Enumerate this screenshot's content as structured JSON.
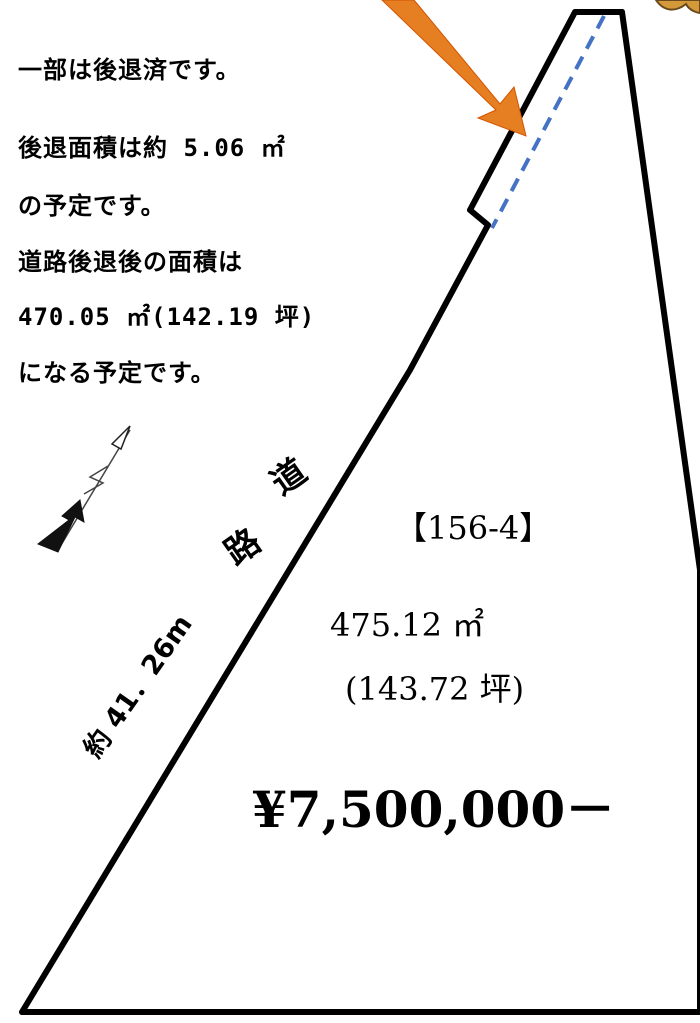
{
  "notes": {
    "line1": "一部は後退済です。",
    "line2": "後退面積は約 5.06 ㎡",
    "line3": "の予定です。",
    "line4": "道路後退後の面積は",
    "line5": "470.05 ㎡(142.19 坪)",
    "line6": "になる予定です。"
  },
  "road": {
    "char1": "道",
    "char2": "路",
    "length_label": "約 41．26m"
  },
  "lot": {
    "number": "【156-4】",
    "area_sqm": "475.12 ㎡",
    "area_tsubo": "(143.72 坪)",
    "price": "¥7,500,000－"
  },
  "colors": {
    "arrow": "#E67E22",
    "setback_line": "#4472C4",
    "boundary": "#000000"
  }
}
